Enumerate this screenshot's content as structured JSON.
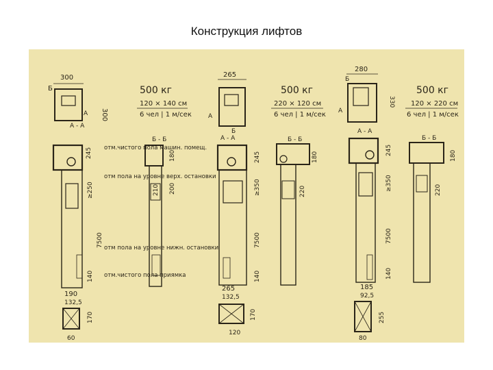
{
  "slide": {
    "title": "Конструкция лифтов"
  },
  "colors": {
    "paper": "#efe4ae",
    "ink": "#2a2418",
    "background": "#ffffff"
  },
  "lifts": [
    {
      "plan_width": "300",
      "plan_depth": "300",
      "header": "500 кг",
      "cabin_size": "120 × 140 см",
      "capacity": "6 чел | 1 м/сек",
      "lower_width": "190",
      "lower_offset": "132,5",
      "lower_depth": "170",
      "bottom_dim": "60",
      "height_1": "245",
      "height_2": "≥250",
      "height_3": "7500",
      "height_4": "140",
      "door_1": "180",
      "door_2": "200",
      "door_3": "210"
    },
    {
      "plan_width": "265",
      "plan_depth": "",
      "header": "500 кг",
      "cabin_size": "220 × 120 см",
      "capacity": "6 чел | 1 м/сек",
      "lower_width": "265",
      "lower_offset": "132,5",
      "lower_depth": "170",
      "bottom_dim": "120",
      "height_1": "245",
      "height_2": "≥350",
      "height_3": "7500",
      "height_4": "140",
      "door_1": "180",
      "door_2": "220",
      "door_3": ""
    },
    {
      "plan_width": "280",
      "plan_depth": "330",
      "header": "500 кг",
      "cabin_size": "120 × 220 см",
      "capacity": "6 чел | 1 м/сек",
      "lower_width": "185",
      "lower_offset": "92,5",
      "lower_depth": "255",
      "bottom_dim": "80",
      "height_1": "245",
      "height_2": "≥350",
      "height_3": "7500",
      "height_4": "140",
      "door_1": "180",
      "door_2": "220",
      "door_3": ""
    }
  ],
  "section_labels": {
    "aa": "А - А",
    "bb": "Б - Б",
    "a": "А",
    "b": "Б"
  },
  "annotations": [
    "отм.чистого пола машин. помещ.",
    "отм пола на уровне верх. остановки",
    "отм пола на уровне нижн. остановки",
    "отм.чистого пола приямка"
  ]
}
